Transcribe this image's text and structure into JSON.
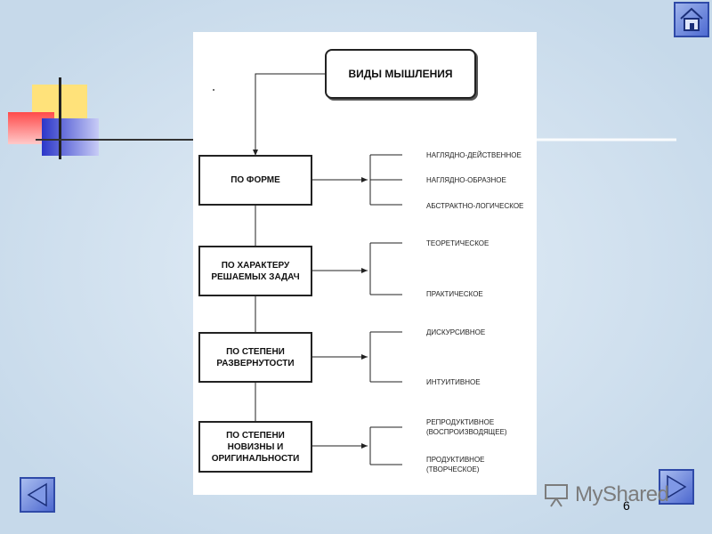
{
  "diagram": {
    "title": "ВИДЫ МЫШЛЕНИЯ",
    "categories": [
      {
        "label": "ПО ФОРМЕ",
        "items": [
          "НАГЛЯДНО-ДЕЙСТВЕННОЕ",
          "НАГЛЯДНО-ОБРАЗНОЕ",
          "АБСТРАКТНО-ЛОГИЧЕСКОЕ"
        ]
      },
      {
        "label": "ПО ХАРАКТЕРУ\nРЕШАЕМЫХ ЗАДАЧ",
        "items": [
          "ТЕОРЕТИЧЕСКОЕ",
          "ПРАКТИЧЕСКОЕ"
        ]
      },
      {
        "label": "ПО СТЕПЕНИ\nРАЗВЕРНУТОСТИ",
        "items": [
          "ДИСКУРСИВНОЕ",
          "ИНТУИТИВНОЕ"
        ]
      },
      {
        "label": "ПО СТЕПЕНИ\nНОВИЗНЫ И\nОРИГИНАЛЬНОСТИ",
        "items": [
          "РЕПРОДУКТИВНОЕ\n(ВОСПРОИЗВОДЯЩЕЕ)",
          "ПРОДУКТИВНОЕ\n(ТВОРЧЕСКОЕ)"
        ]
      }
    ]
  },
  "slide": {
    "page_number": "6"
  },
  "watermark": {
    "text": "MyShared"
  },
  "icons": {
    "home": "home-icon",
    "back": "back-arrow-icon",
    "forward": "forward-arrow-icon"
  }
}
